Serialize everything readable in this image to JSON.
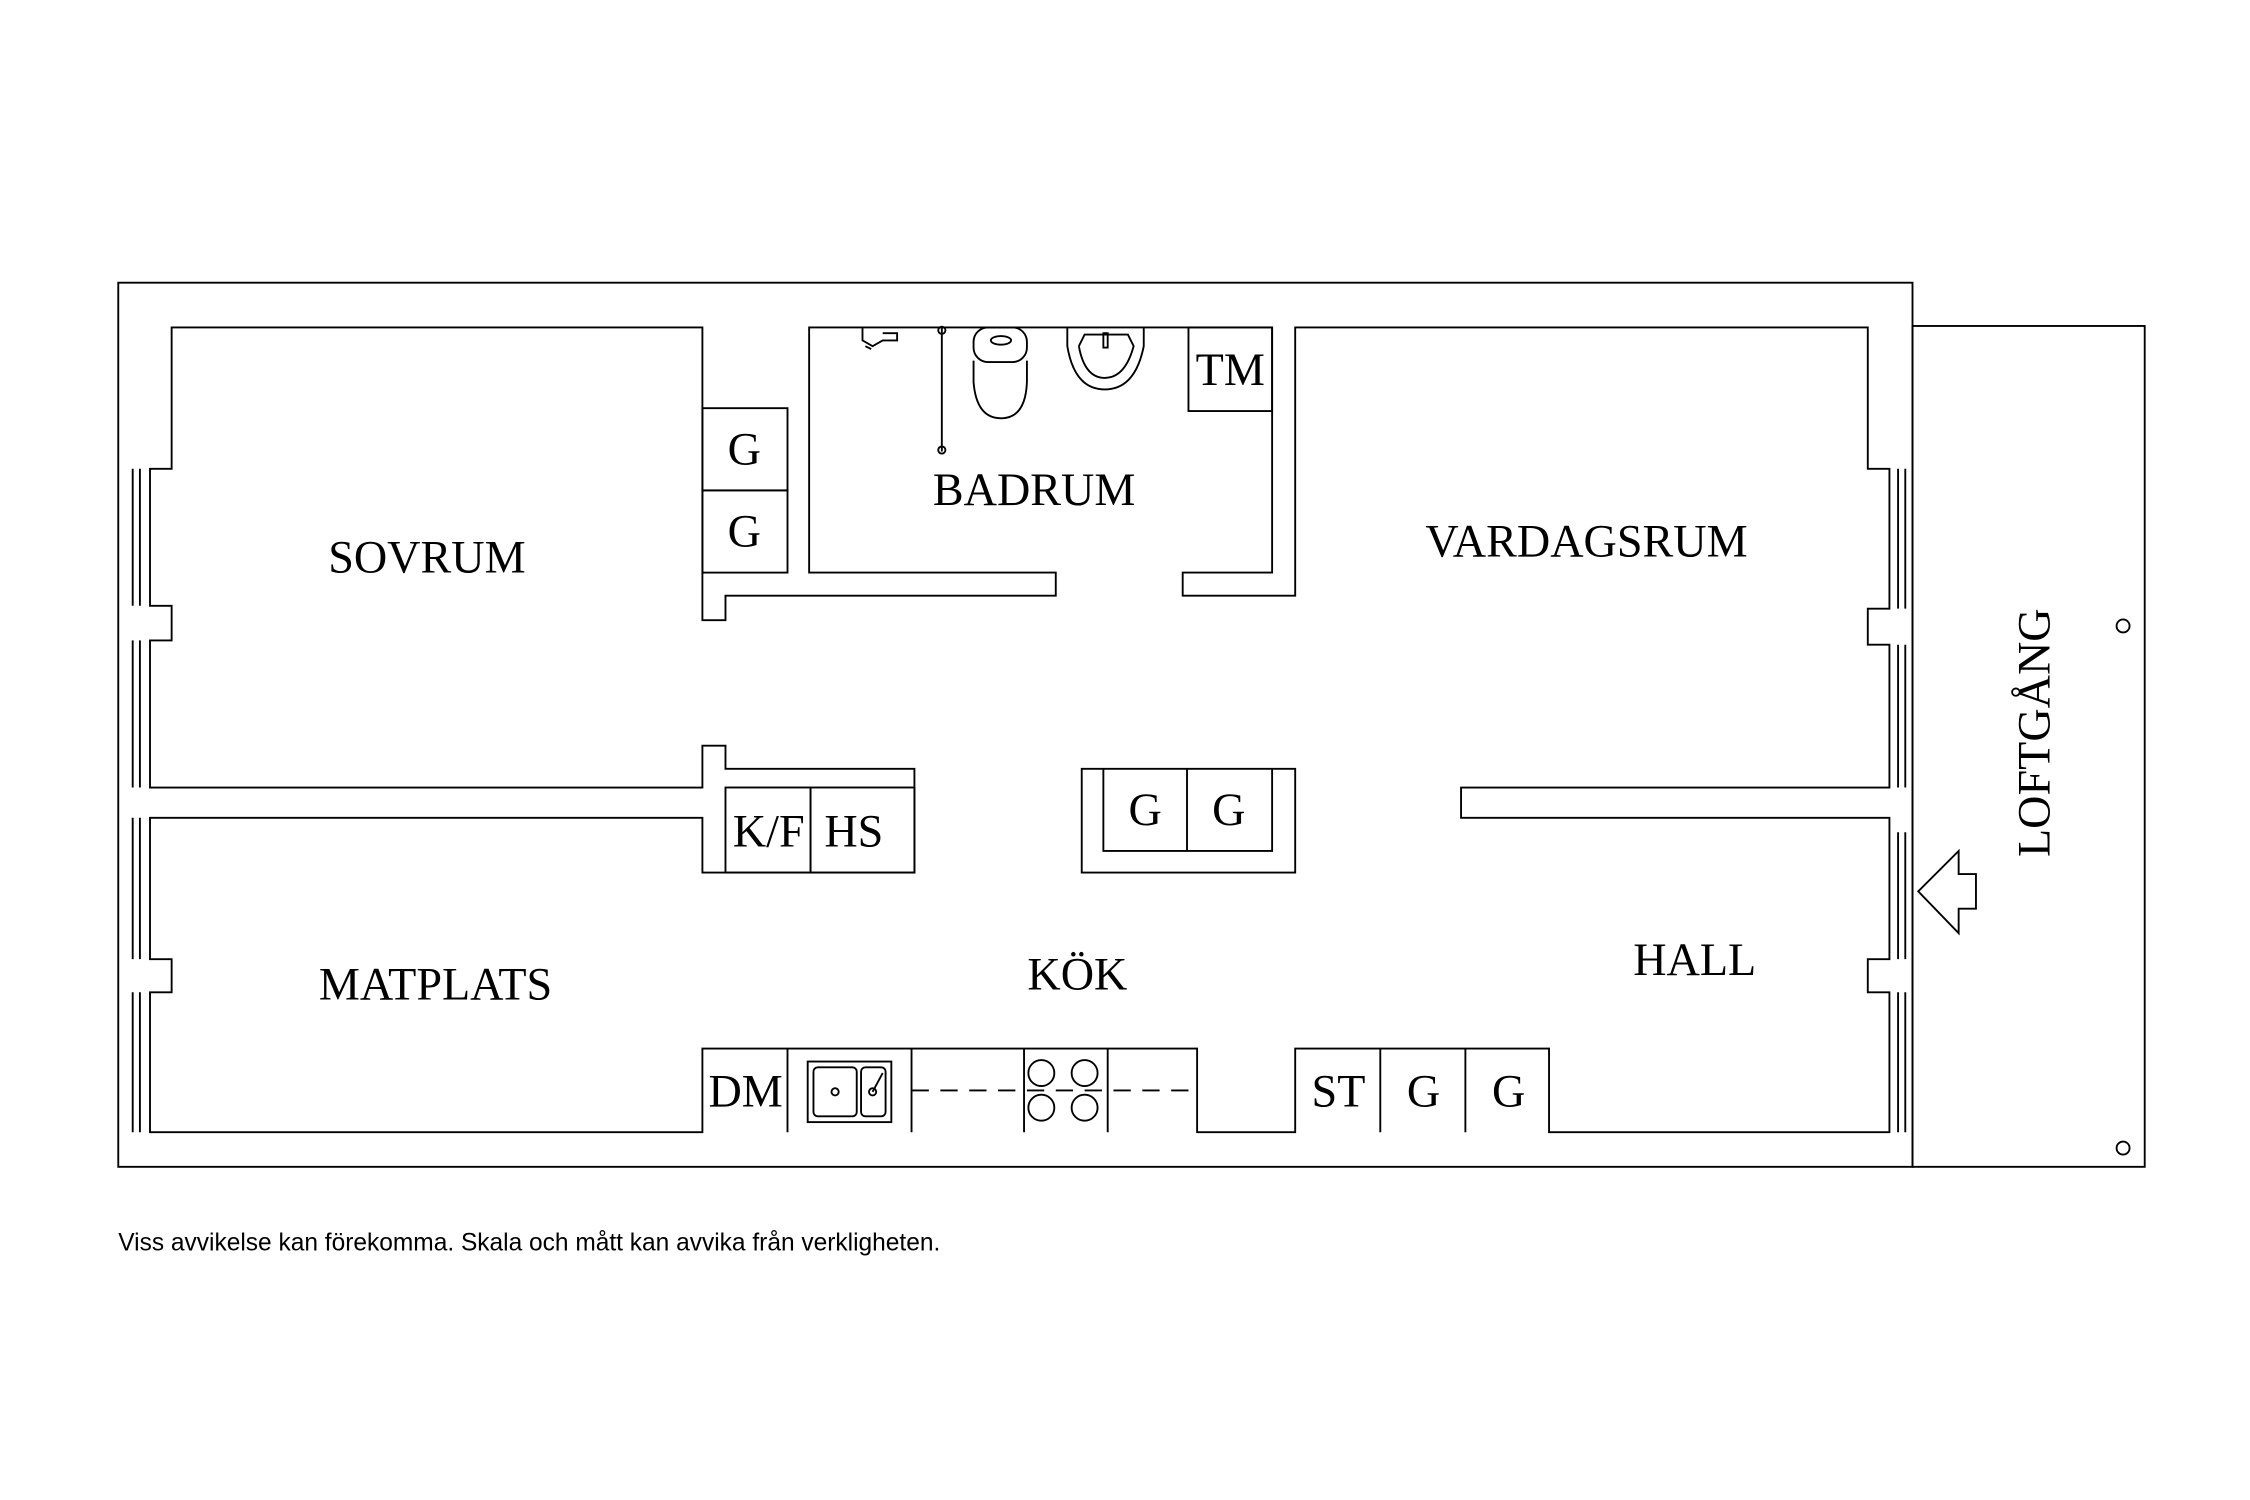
{
  "rooms": {
    "sovrum": "SOVRUM",
    "badrum": "BADRUM",
    "vardagsrum": "VARDAGSRUM",
    "matplats": "MATPLATS",
    "kok": "KÖK",
    "hall": "HALL",
    "loftgang": "LOFTGÅNG"
  },
  "fixtures": {
    "g": "G",
    "tm": "TM",
    "kf": "K/F",
    "hs": "HS",
    "dm": "DM",
    "st": "ST"
  },
  "footer_note": "Viss avvikelse kan förekomma. Skala och mått kan avvika från verkligheten."
}
